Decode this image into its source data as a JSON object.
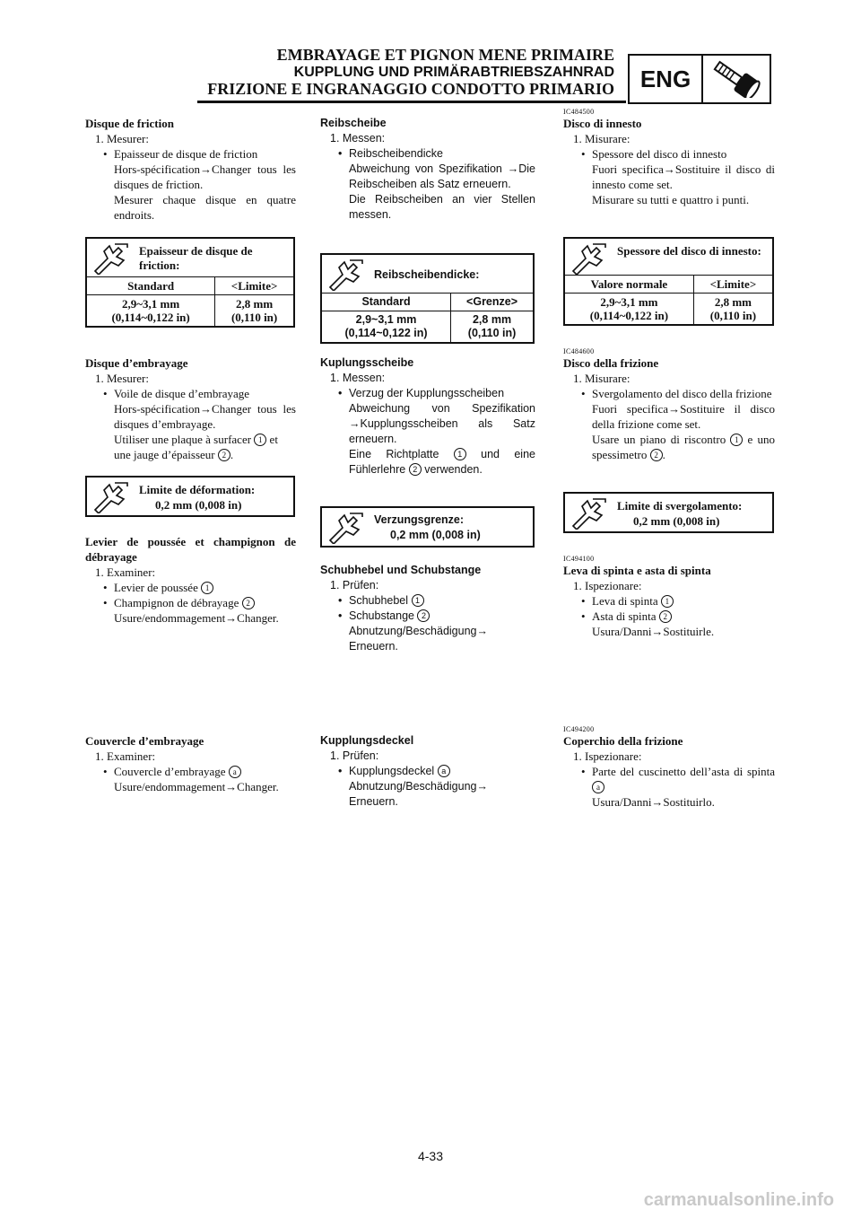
{
  "header": {
    "fr": "EMBRAYAGE ET PIGNON MENE PRIMAIRE",
    "de": "KUPPLUNG UND PRIMÄRABTRIEBSZAHNRAD",
    "it": "FRIZIONE E INGRANAGGIO CONDOTTO PRIMARIO",
    "eng": "ENG",
    "eng_icon": "engine-bolt-icon"
  },
  "codes": {
    "c1": "IC484500",
    "c2": "IC484600",
    "c3": "IC494100",
    "c4": "IC494200"
  },
  "spec_icon": "wrench-spec-icon",
  "fr": {
    "s1": {
      "title": "Disque de friction",
      "step": "1. Mesurer:",
      "b1": "Epaisseur de disque de friction",
      "l1": "Hors-spécification→Changer tous les disques de friction.",
      "l2": "Mesurer chaque disque en quatre endroits."
    },
    "t1": {
      "title": "Epaisseur de disque de friction:",
      "h1": "Standard",
      "h2": "<Limite>",
      "v1a": "2,9~3,1 mm",
      "v1b": "(0,114~0,122 in)",
      "v2a": "2,8 mm",
      "v2b": "(0,110 in)"
    },
    "s2": {
      "title": "Disque d’embrayage",
      "step": "1. Mesurer:",
      "b1": "Voile de disque d’embrayage",
      "l1": "Hors-spécification→Changer tous les disques d’embrayage.",
      "l2a": "Utiliser une plaque à surfacer",
      "l2b": "et une jauge d’épaisseur",
      "n1": "1",
      "n2": "2"
    },
    "t2": {
      "title": "Limite de déformation:",
      "value": "0,2 mm (0,008 in)"
    },
    "s3": {
      "title": "Levier de poussée et champignon de débrayage",
      "step": "1. Examiner:",
      "b1": "Levier de poussée",
      "b2": "Champignon de débrayage",
      "n1": "1",
      "n2": "2",
      "l1": "Usure/endommagement→Changer."
    },
    "s4": {
      "title": "Couvercle d’embrayage",
      "step": "1. Examiner:",
      "b1": "Couvercle d’embrayage",
      "na": "a",
      "l1": "Usure/endommagement→Changer."
    }
  },
  "de": {
    "s1": {
      "title": "Reibscheibe",
      "step": "1. Messen:",
      "b1": "Reibscheibendicke",
      "l1": "Abweichung von Spezifikation →Die Reibscheiben als Satz erneuern.",
      "l2": "Die Reibscheiben an vier Stellen messen."
    },
    "t1": {
      "title": "Reibscheibendicke:",
      "h1": "Standard",
      "h2": "<Grenze>",
      "v1a": "2,9~3,1 mm",
      "v1b": "(0,114~0,122 in)",
      "v2a": "2,8 mm",
      "v2b": "(0,110 in)"
    },
    "s2": {
      "title": "Kuplungsscheibe",
      "step": "1. Messen:",
      "b1": "Verzug der Kupplungsscheiben",
      "l1": "Abweichung von Spezifikation →Kupplungsscheiben als Satz erneuern.",
      "l2a": "Eine Richtplatte",
      "l2b": "und eine Fühlerlehre",
      "l2c": "verwenden.",
      "n1": "1",
      "n2": "2"
    },
    "t2": {
      "title": "Verzungsgrenze:",
      "value": "0,2 mm (0,008 in)"
    },
    "s3": {
      "title": "Schubhebel und Schubstange",
      "step": "1. Prüfen:",
      "b1": "Schubhebel",
      "b2": "Schubstange",
      "n1": "1",
      "n2": "2",
      "l1": "Abnutzung/Beschädigung→ Erneuern."
    },
    "s4": {
      "title": "Kupplungsdeckel",
      "step": "1. Prüfen:",
      "b1": "Kupplungsdeckel",
      "na": "a",
      "l1": "Abnutzung/Beschädigung→ Erneuern."
    }
  },
  "it": {
    "s1": {
      "title": "Disco di innesto",
      "step": "1. Misurare:",
      "b1": "Spessore del disco di innesto",
      "l1": "Fuori specifica→Sostituire il disco di innesto come set.",
      "l2": "Misurare su tutti e quattro i punti."
    },
    "t1": {
      "title": "Spessore del disco di innesto:",
      "h1": "Valore normale",
      "h2": "<Limite>",
      "v1a": "2,9~3,1 mm",
      "v1b": "(0,114~0,122 in)",
      "v2a": "2,8 mm",
      "v2b": "(0,110 in)"
    },
    "s2": {
      "title": "Disco della frizione",
      "step": "1. Misurare:",
      "b1": "Svergolamento del disco della frizione",
      "l1": "Fuori specifica→Sostituire il disco della frizione come set.",
      "l2a": "Usare un piano di riscontro",
      "l2b": "e uno spessimetro",
      "n1": "1",
      "n2": "2"
    },
    "t2": {
      "title": "Limite di svergolamento:",
      "value": "0,2 mm (0,008 in)"
    },
    "s3": {
      "title": "Leva di spinta e asta di spinta",
      "step": "1. Ispezionare:",
      "b1": "Leva di spinta",
      "b2": "Asta di spinta",
      "n1": "1",
      "n2": "2",
      "l1": "Usura/Danni→Sostituirle."
    },
    "s4": {
      "title": "Coperchio della frizione",
      "step": "1. Ispezionare:",
      "b1": "Parte del cuscinetto dell’asta di spinta",
      "na": "a",
      "l1": "Usura/Danni→Sostituirlo."
    }
  },
  "footer": {
    "page": "4-33",
    "watermark": "carmanualsonline.info"
  }
}
